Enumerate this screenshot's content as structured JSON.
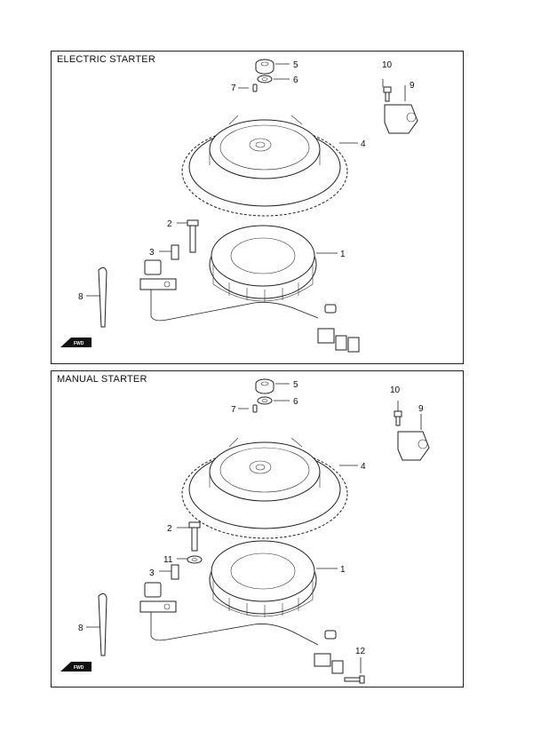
{
  "panels": [
    {
      "title": "ELECTRIC STARTER",
      "callouts": [
        "1",
        "2",
        "3",
        "4",
        "5",
        "6",
        "7",
        "8",
        "9",
        "10"
      ],
      "fwd_label": "FWD"
    },
    {
      "title": "MANUAL STARTER",
      "callouts": [
        "1",
        "2",
        "3",
        "4",
        "5",
        "6",
        "7",
        "8",
        "9",
        "10",
        "11",
        "12"
      ],
      "fwd_label": "FWD"
    }
  ],
  "colors": {
    "line": "#222222",
    "background": "#ffffff"
  }
}
